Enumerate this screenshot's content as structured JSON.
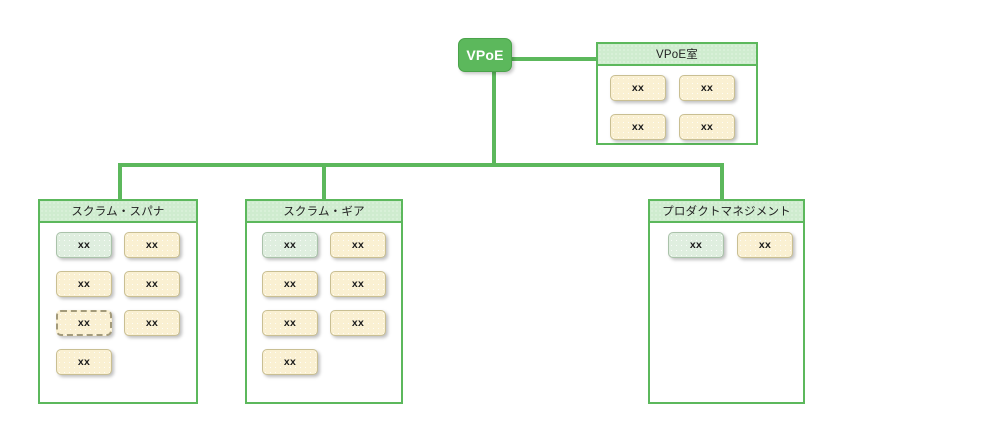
{
  "diagram": {
    "title_node": {
      "label": "VPoE",
      "color": "#5cb85c"
    },
    "connector_color": "#5cb85c",
    "member_label": "xx",
    "groups": [
      {
        "name": "vpoe-office",
        "title": "VPoE室",
        "members": [
          {
            "label": "xx",
            "style": "cream"
          },
          {
            "label": "xx",
            "style": "cream"
          },
          {
            "label": "xx",
            "style": "cream"
          },
          {
            "label": "xx",
            "style": "cream"
          }
        ]
      },
      {
        "name": "scrum-spanner",
        "title": "スクラム・スパナ",
        "members": [
          {
            "label": "xx",
            "style": "green"
          },
          {
            "label": "xx",
            "style": "cream"
          },
          {
            "label": "xx",
            "style": "cream"
          },
          {
            "label": "xx",
            "style": "cream"
          },
          {
            "label": "xx",
            "style": "cream-dashed"
          },
          {
            "label": "xx",
            "style": "cream"
          },
          {
            "label": "xx",
            "style": "cream"
          }
        ]
      },
      {
        "name": "scrum-gear",
        "title": "スクラム・ギア",
        "members": [
          {
            "label": "xx",
            "style": "green"
          },
          {
            "label": "xx",
            "style": "cream"
          },
          {
            "label": "xx",
            "style": "cream"
          },
          {
            "label": "xx",
            "style": "cream"
          },
          {
            "label": "xx",
            "style": "cream"
          },
          {
            "label": "xx",
            "style": "cream"
          },
          {
            "label": "xx",
            "style": "cream"
          }
        ]
      },
      {
        "name": "product-management",
        "title": "プロダクトマネジメント",
        "members": [
          {
            "label": "xx",
            "style": "green"
          },
          {
            "label": "xx",
            "style": "cream"
          }
        ]
      }
    ]
  }
}
